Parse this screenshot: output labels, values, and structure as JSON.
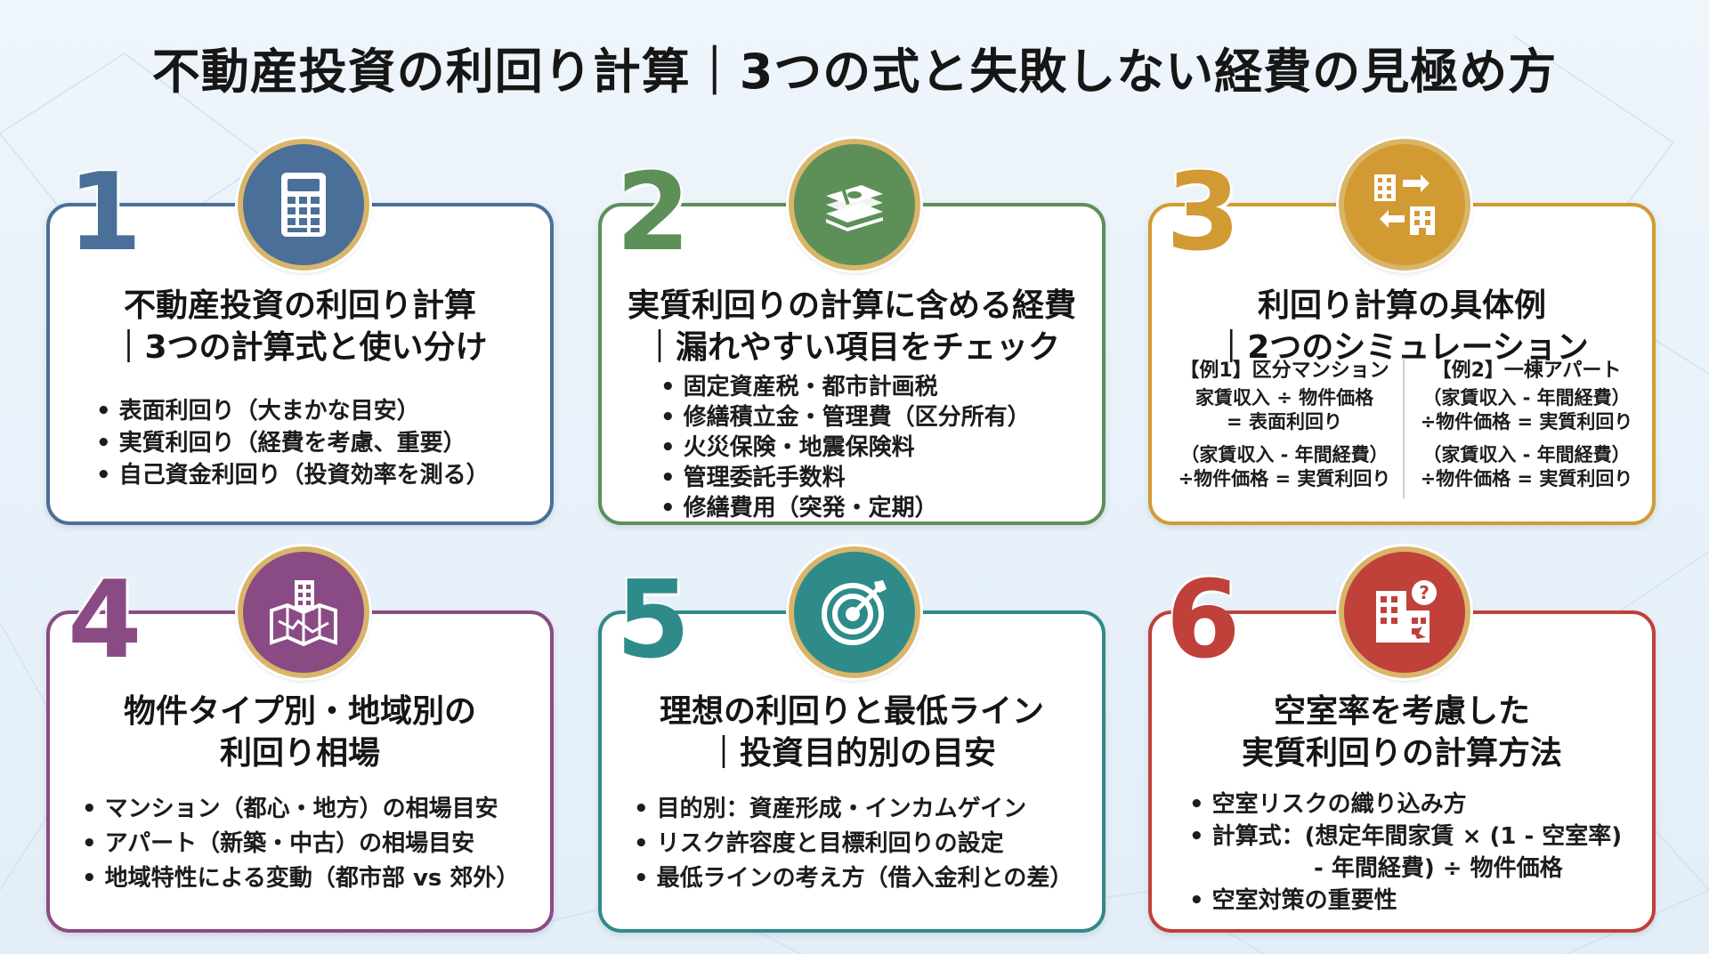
{
  "title": "不動産投資の利回り計算｜3つの式と失敗しない経費の見極め方",
  "cards": [
    {
      "number": "1",
      "color": "#4a6f98",
      "icon": "calculator-icon",
      "title_lines": [
        "不動産投資の利回り計算",
        "｜3つの計算式と使い分け"
      ],
      "bullets": [
        "表面利回り（大まかな目安）",
        "実質利回り（経費を考慮、重要）",
        "自己資金利回り（投資効率を測る）"
      ]
    },
    {
      "number": "2",
      "color": "#5d8f59",
      "icon": "money-stack-icon",
      "title_lines": [
        "実質利回りの計算に含める経費",
        "｜漏れやすい項目をチェック"
      ],
      "bullets": [
        "固定資産税・都市計画税",
        "修繕積立金・管理費（区分所有）",
        "火災保険・地震保険料",
        "管理委託手数料",
        "修繕費用（突発・定期）"
      ]
    },
    {
      "number": "3",
      "color": "#d29a32",
      "icon": "building-exchange-icon",
      "title_lines": [
        "利回り計算の具体例",
        "｜2つのシミュレーション"
      ],
      "examples": [
        {
          "heading": "【例1】区分マンション",
          "lines": [
            "家賃収入 ÷ 物件価格",
            "= 表面利回り",
            "（家賃収入 - 年間経費）",
            "÷物件価格 = 実質利回り"
          ]
        },
        {
          "heading": "【例2】一棟アパート",
          "lines": [
            "（家賃収入 - 年間経費）",
            "÷物件価格 = 実質利回り",
            "（家賃収入 - 年間経費）",
            "÷物件価格 = 実質利回り"
          ]
        }
      ]
    },
    {
      "number": "4",
      "color": "#8a4b84",
      "icon": "city-map-icon",
      "title_lines": [
        "物件タイプ別・地域別の",
        "利回り相場"
      ],
      "bullets": [
        "マンション（都心・地方）の相場目安",
        "アパート（新築・中古）の相場目安",
        "地域特性による変動（都市部 vs 郊外）"
      ]
    },
    {
      "number": "5",
      "color": "#2f8b8a",
      "icon": "target-icon",
      "title_lines": [
        "理想の利回りと最低ライン",
        "｜投資目的別の目安"
      ],
      "bullets": [
        "目的別：資産形成・インカムゲイン",
        "リスク許容度と目標利回りの設定",
        "最低ラインの考え方（借入金利との差）"
      ]
    },
    {
      "number": "6",
      "color": "#c0403a",
      "icon": "vacant-building-icon",
      "title_lines": [
        "空室率を考慮した",
        "実質利回りの計算方法"
      ],
      "bullets": [
        "空室リスクの織り込み方",
        "計算式：(想定年間家賃 × (1 - 空室率)",
        "- 年間経費) ÷ 物件価格",
        "空室対策の重要性"
      ]
    }
  ]
}
